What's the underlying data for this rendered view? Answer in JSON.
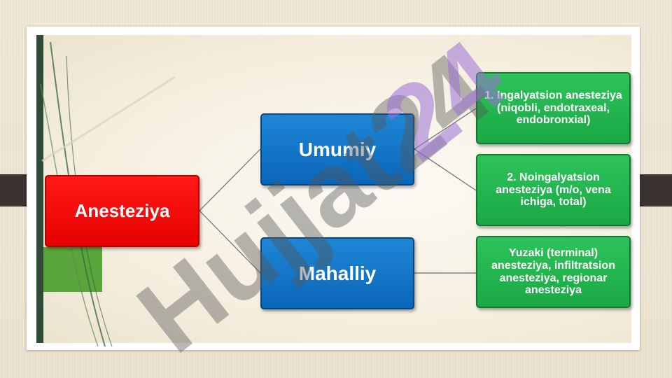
{
  "diagram": {
    "root": {
      "label": "Anesteziya",
      "color": "#e60000"
    },
    "general": {
      "label": "Umumiy",
      "color": "#0a66b8"
    },
    "local": {
      "label": "Mahalliy",
      "color": "#0a66b8"
    },
    "leaf_inhalation": {
      "label": "1. Ingalyatsion anesteziya (niqobli, endotraxeal, endobronxial)",
      "color": "#1aa845"
    },
    "leaf_non_inhalation": {
      "label": "2. Noingalyatsion anesteziya (m/o, vena ichiga, total)",
      "color": "#1aa845"
    },
    "leaf_local": {
      "label": "Yuzaki (terminal) anesteziya, infiltratsion anesteziya, regionar anesteziya",
      "color": "#1aa845"
    }
  },
  "watermark": {
    "text": "Hujjat24"
  }
}
